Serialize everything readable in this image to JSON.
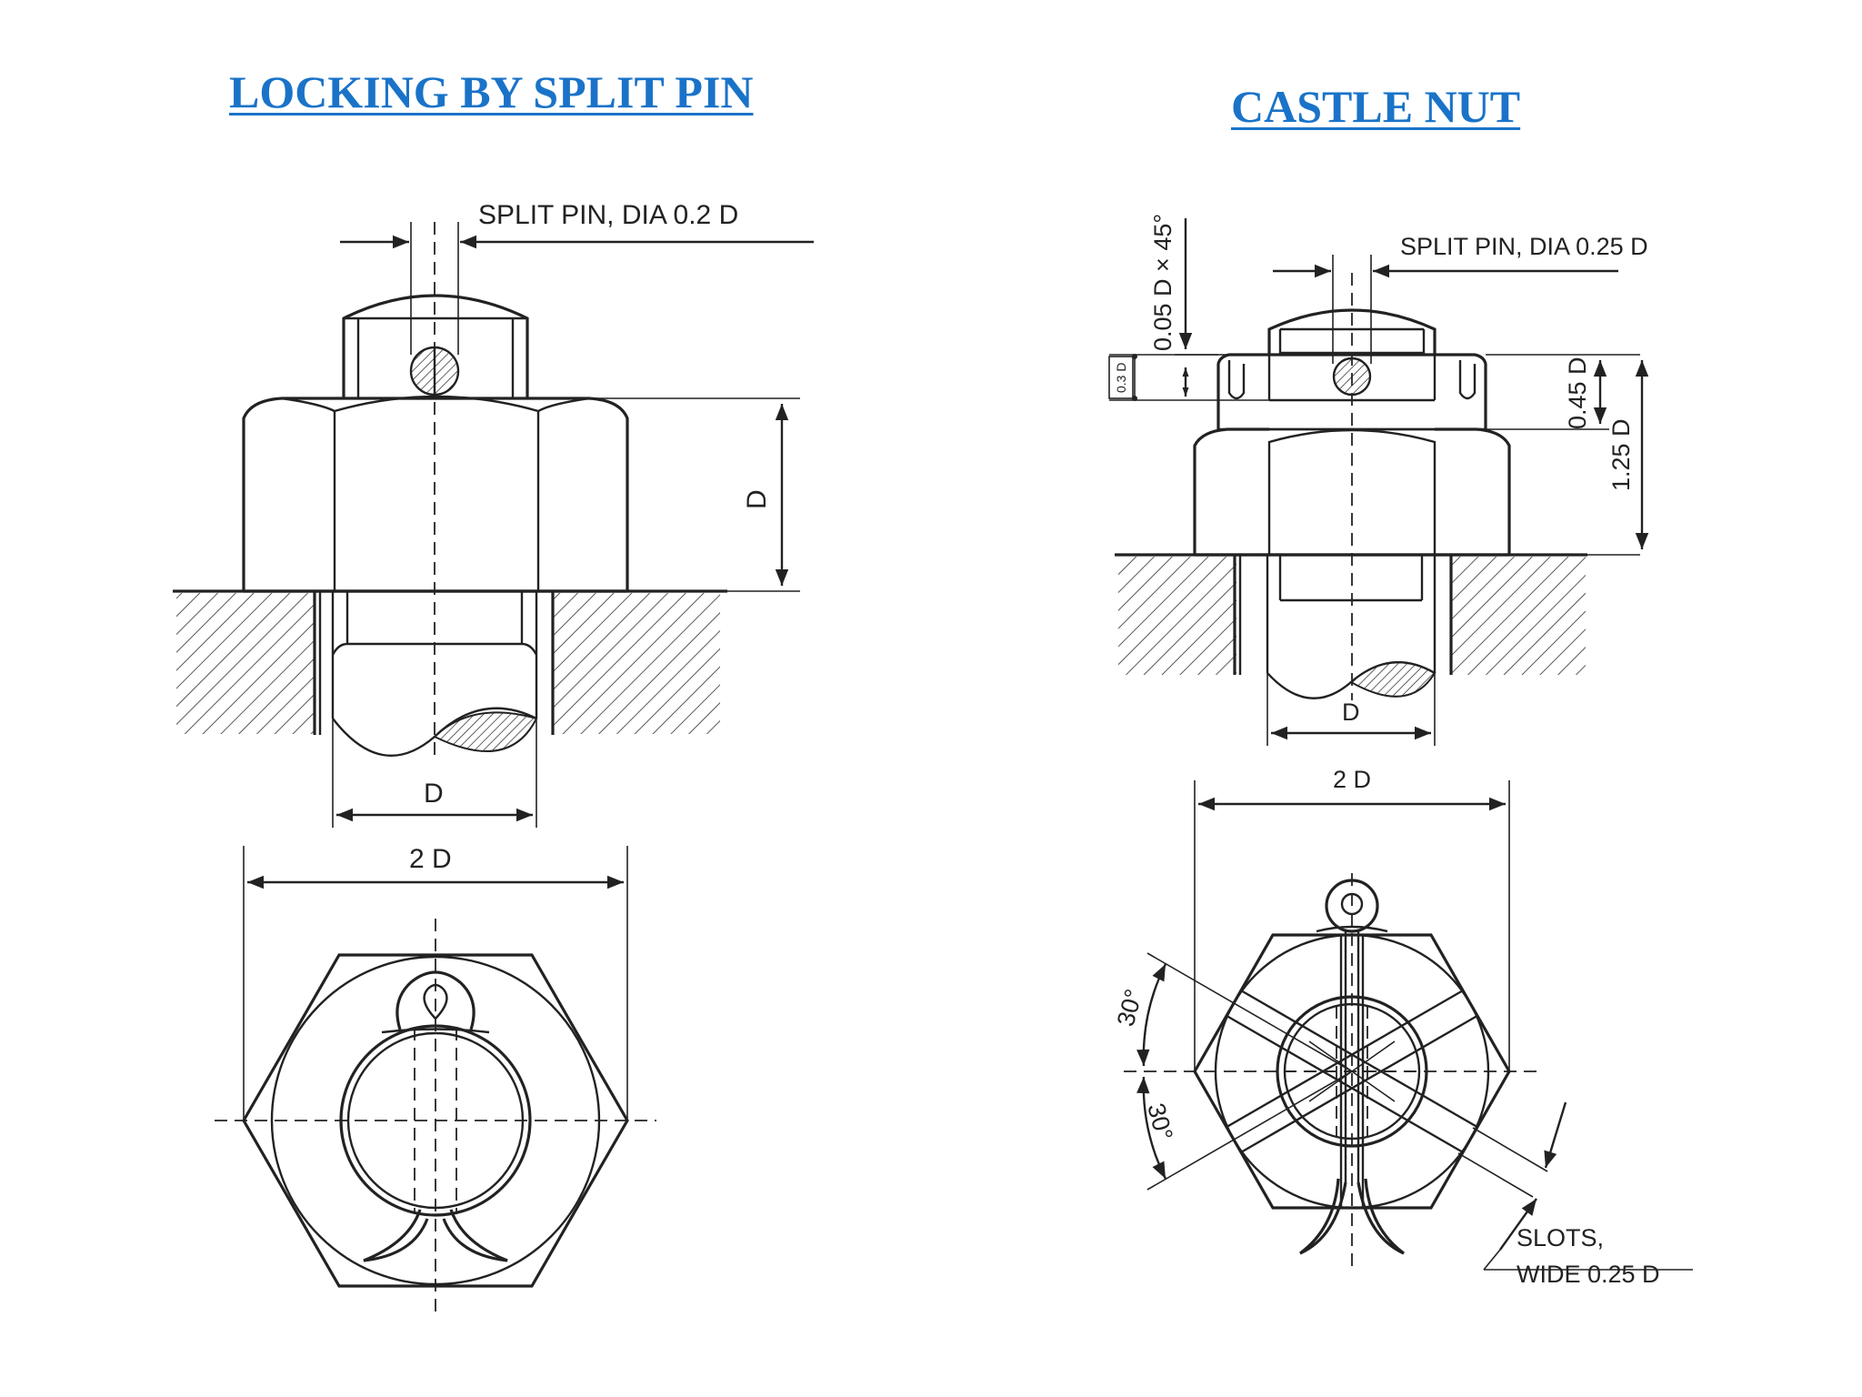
{
  "titles": {
    "left": "LOCKING BY SPLIT PIN",
    "right": "CASTLE NUT"
  },
  "left_drawing": {
    "split_pin_label": "SPLIT PIN, DIA 0.2 D",
    "height_label": "D",
    "bolt_dia_label": "D",
    "width_label": "2 D"
  },
  "right_drawing": {
    "split_pin_label": "SPLIT PIN, DIA 0.25 D",
    "chamfer_label": "0.05 D × 45°",
    "slot_depth_label": "0.3 D",
    "castle_height_label": "0.45 D",
    "total_height_label": "1.25 D",
    "bolt_dia_label": "D",
    "width_label": "2 D",
    "angle_upper_label": "30°",
    "angle_lower_label": "30°",
    "slots_label_line1": "SLOTS,",
    "slots_label_line2": "WIDE 0.25 D"
  },
  "colors": {
    "title": "#1a73c8",
    "line": "#222222"
  }
}
